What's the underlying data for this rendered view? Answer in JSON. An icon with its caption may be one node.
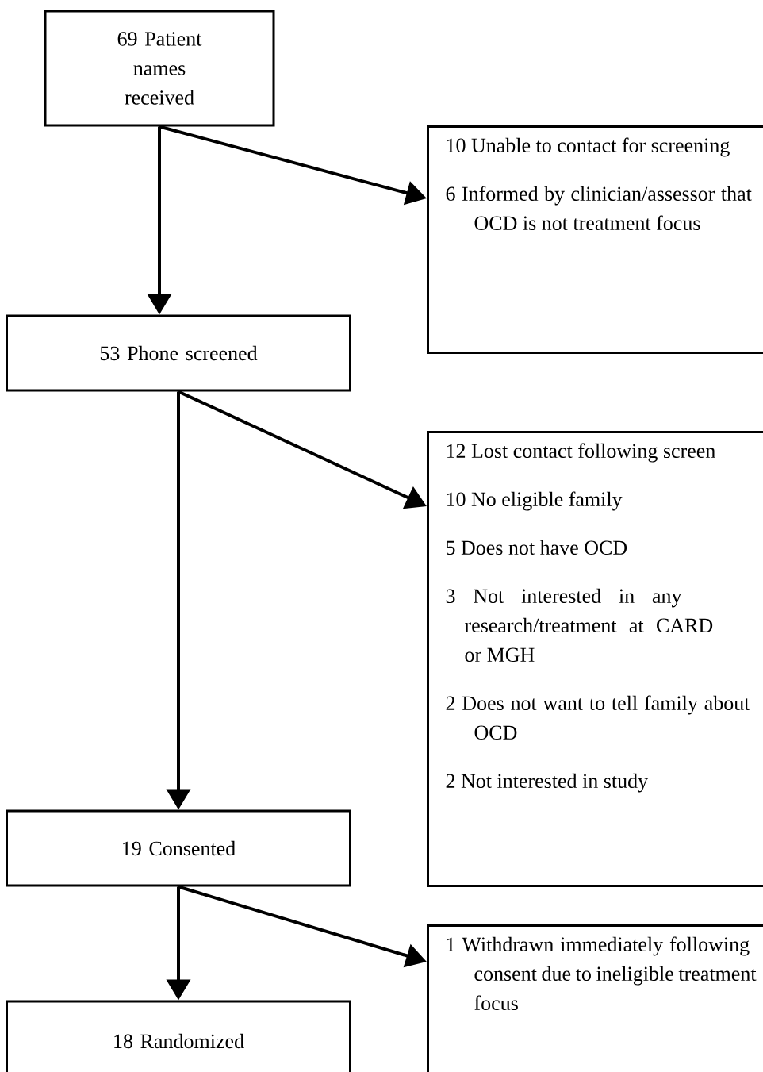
{
  "diagram": {
    "nodes": [
      {
        "text": [
          "69 Patient names received"
        ]
      },
      {
        "text": [
          "10 Unable to contact for screening",
          "6 Informed by clinician/assessor that OCD is not treatment focus"
        ]
      },
      {
        "text": [
          "53 Phone screened"
        ]
      },
      {
        "text": [
          "12 Lost contact following screen",
          "10 No eligible family",
          "5 Does not have OCD",
          "3 Not interested in any research/treatment at CARD or MGH",
          "2 Does not want to tell family about OCD",
          "2 Not interested in study"
        ]
      },
      {
        "text": [
          "19 Consented"
        ]
      },
      {
        "text": [
          "1 Withdrawn immediately following consent due to ineligible treatment focus"
        ]
      },
      {
        "text": [
          "18 Randomized"
        ]
      }
    ],
    "edges": [
      {
        "from": 0,
        "to": 2,
        "arrow": "to"
      },
      {
        "from": 0,
        "to": 1,
        "arrow": "to"
      },
      {
        "from": 2,
        "to": 4,
        "arrow": "to"
      },
      {
        "from": 2,
        "to": 3,
        "arrow": "to"
      },
      {
        "from": 4,
        "to": 6,
        "arrow": "to"
      },
      {
        "from": 4,
        "to": 5,
        "arrow": "to"
      }
    ]
  }
}
